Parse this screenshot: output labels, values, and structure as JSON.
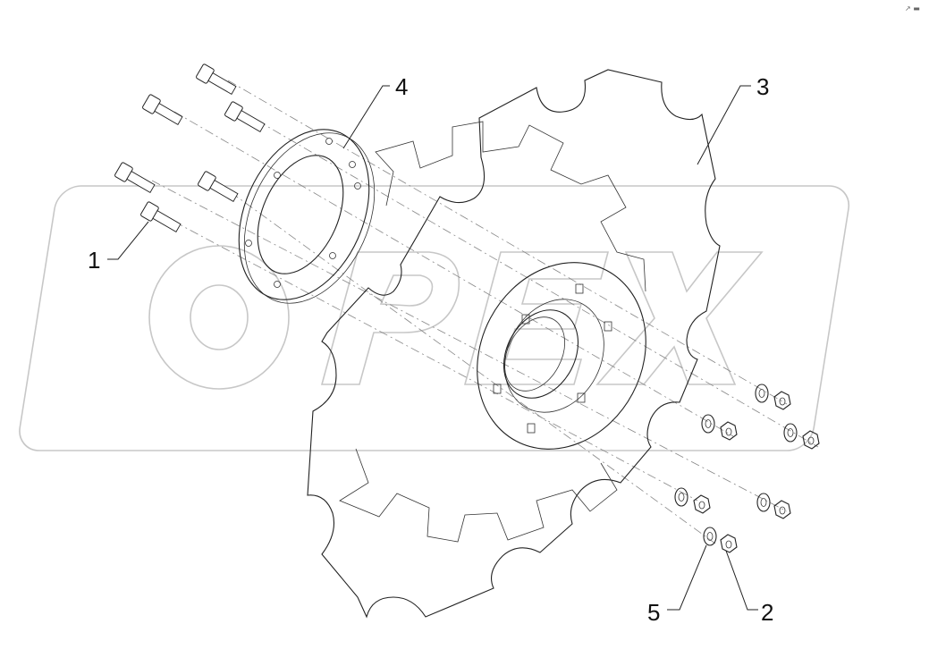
{
  "drawing": {
    "corner_mark": "↗ ▬"
  },
  "watermark": {
    "text": "OPEX"
  },
  "callouts": [
    {
      "id": "1",
      "label": "1"
    },
    {
      "id": "2",
      "label": "2"
    },
    {
      "id": "3",
      "label": "3"
    },
    {
      "id": "4",
      "label": "4"
    },
    {
      "id": "5",
      "label": "5"
    }
  ]
}
